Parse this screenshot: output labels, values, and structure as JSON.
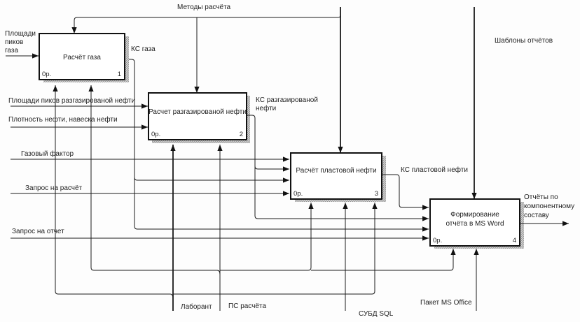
{
  "diagram": {
    "type": "IDEF0",
    "activities": [
      {
        "id": "A1",
        "title": [
          "Расчёт газа"
        ],
        "node": "0р.",
        "number": "1"
      },
      {
        "id": "A2",
        "title": [
          "Расчет разгазированой нефти"
        ],
        "node": "0р.",
        "number": "2"
      },
      {
        "id": "A3",
        "title": [
          "Расчёт пластовой нефти"
        ],
        "node": "0р.",
        "number": "3"
      },
      {
        "id": "A4",
        "title": [
          "Формирование",
          "отчёта в MS Word"
        ],
        "node": "0р.",
        "number": "4"
      }
    ],
    "inputs": {
      "gas_peaks": [
        "Площади",
        "пиков",
        "газа"
      ],
      "degassed_peaks": "Площади пиков разгазированой нефти",
      "oil_density": "Плотность нефти, навеска нефти",
      "gas_factor": "Газовый фактор",
      "calc_request": "Запрос на расчёт",
      "report_request": "Запрос на отчет"
    },
    "controls": {
      "methods": "Методы расчёта",
      "templates": "Шаблоны отчётов"
    },
    "intermediate": {
      "ks_gas": "КС газа",
      "ks_degassed": [
        "КС разгазированой",
        "нефти"
      ],
      "ks_reservoir": "КС пластовой нефти"
    },
    "outputs": {
      "reports": [
        "Отчёты по",
        "компонентному",
        "составу"
      ]
    },
    "mechanisms": {
      "lab": "Лаборант",
      "software": "ПС расчёта",
      "dbms": "СУБД SQL",
      "office": "Пакет MS Office"
    }
  }
}
